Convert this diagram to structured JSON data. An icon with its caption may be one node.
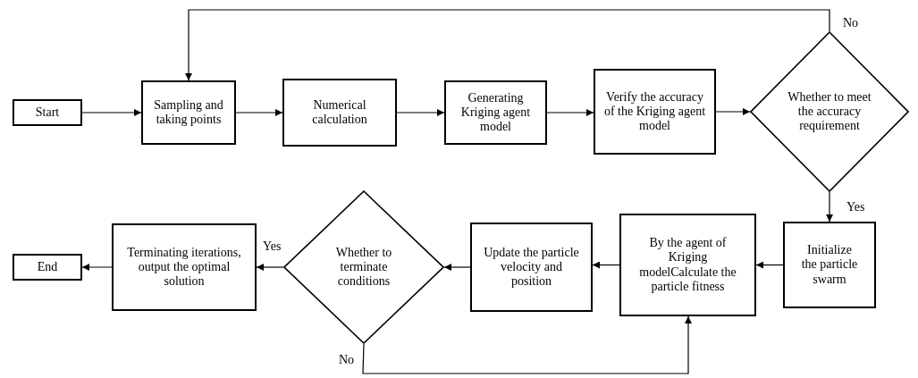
{
  "diagram": {
    "nodes": [
      {
        "text": [
          "Start"
        ]
      },
      {
        "text": [
          "Sampling and taking points"
        ]
      },
      {
        "text": [
          "Numerical calculation"
        ]
      },
      {
        "text": [
          "Generating Kriging agent model"
        ]
      },
      {
        "text": [
          "Verify the accuracy of the Kriging agent model"
        ]
      },
      {
        "text": [
          "Whether to meet the accuracy requirement"
        ]
      },
      {
        "text": [
          "Initialize the particle swarm"
        ]
      },
      {
        "text": [
          "By the agent of Kriging modelCalculate the particle fitness"
        ]
      },
      {
        "text": [
          "Update the particle velocity and position"
        ]
      },
      {
        "text": [
          "Whether to terminate conditions"
        ]
      },
      {
        "text": [
          "Terminating iterations, output the optimal solution"
        ]
      },
      {
        "text": [
          "End"
        ]
      }
    ],
    "edges": [
      {
        "from": 0,
        "to": 1,
        "arrow": "to"
      },
      {
        "from": 1,
        "to": 2,
        "arrow": "to"
      },
      {
        "from": 2,
        "to": 3,
        "arrow": "to"
      },
      {
        "from": 3,
        "to": 4,
        "arrow": "to"
      },
      {
        "from": 4,
        "to": 5,
        "arrow": "to"
      },
      {
        "from": 5,
        "to": 1,
        "arrow": "to",
        "label": "No"
      },
      {
        "from": 5,
        "to": 6,
        "arrow": "to",
        "label": "Yes"
      },
      {
        "from": 6,
        "to": 7,
        "arrow": "to"
      },
      {
        "from": 7,
        "to": 8,
        "arrow": "to"
      },
      {
        "from": 8,
        "to": 9,
        "arrow": "to"
      },
      {
        "from": 9,
        "to": 10,
        "arrow": "to",
        "label": "Yes"
      },
      {
        "from": 10,
        "to": 11,
        "arrow": "to"
      },
      {
        "from": 9,
        "to": 7,
        "arrow": "to",
        "label": "No"
      }
    ]
  }
}
